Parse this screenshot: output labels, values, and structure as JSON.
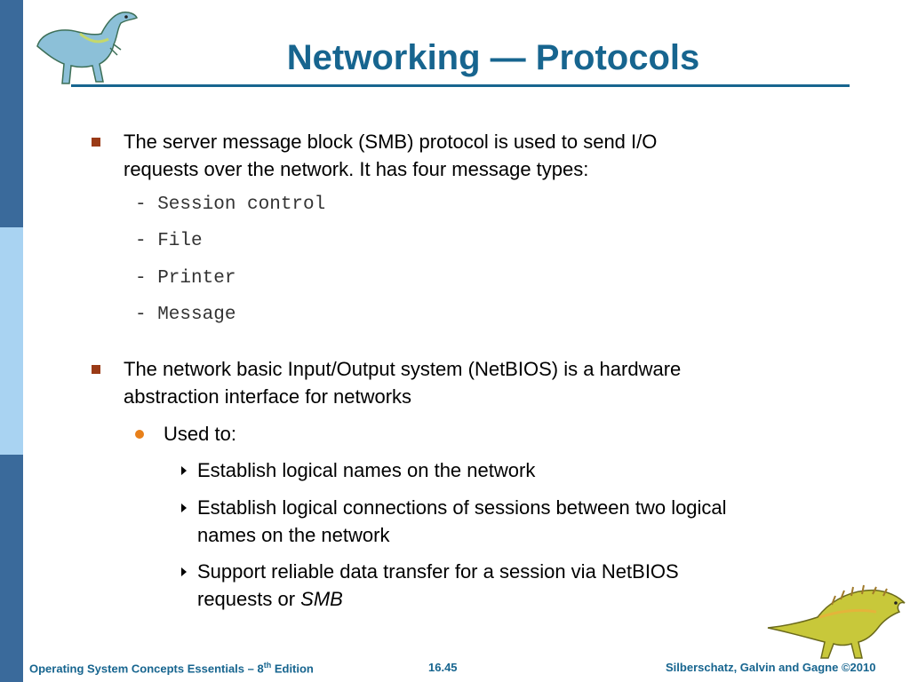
{
  "slide": {
    "title": "Networking — Protocols",
    "bullets": [
      {
        "text": "The server message block (SMB) protocol is used to send I/O requests over the network.  It has four message types:",
        "line1": "The server message block (SMB) protocol is used to send I/O",
        "line2": "requests over the network.  It has four message types:",
        "subitems": [
          "- Session control",
          "- File",
          "- Printer",
          "- Message"
        ]
      },
      {
        "line1": "The network basic Input/Output system (NetBIOS) is a hardware",
        "line2": "abstraction interface for networks",
        "sub": {
          "text": "Used to:",
          "items": [
            {
              "line1": "Establish logical names on the network"
            },
            {
              "line1": "Establish logical connections of sessions between two logical",
              "line2": "names on the network"
            },
            {
              "line1": "Support reliable data transfer for a session via NetBIOS",
              "line2_prefix": "requests or ",
              "line2_italic": "SMB"
            }
          ]
        }
      }
    ]
  },
  "footer": {
    "book_prefix": "Operating System Concepts Essentials – 8",
    "book_sup": "th",
    "book_suffix": " Edition",
    "page": "16.45",
    "authors": "Silberschatz, Galvin and Gagne ©2010"
  },
  "colors": {
    "title": "#17658f",
    "sidebar_dark": "#3a6a9b",
    "sidebar_light": "#a9d3f2",
    "square_bullet": "#9a3a16",
    "dot_bullet": "#e8801a"
  },
  "icons": [
    "dinosaur-logo-top",
    "dinosaur-logo-bottom",
    "square-bullet-icon",
    "dot-bullet-icon",
    "triangle-arrow-icon"
  ]
}
